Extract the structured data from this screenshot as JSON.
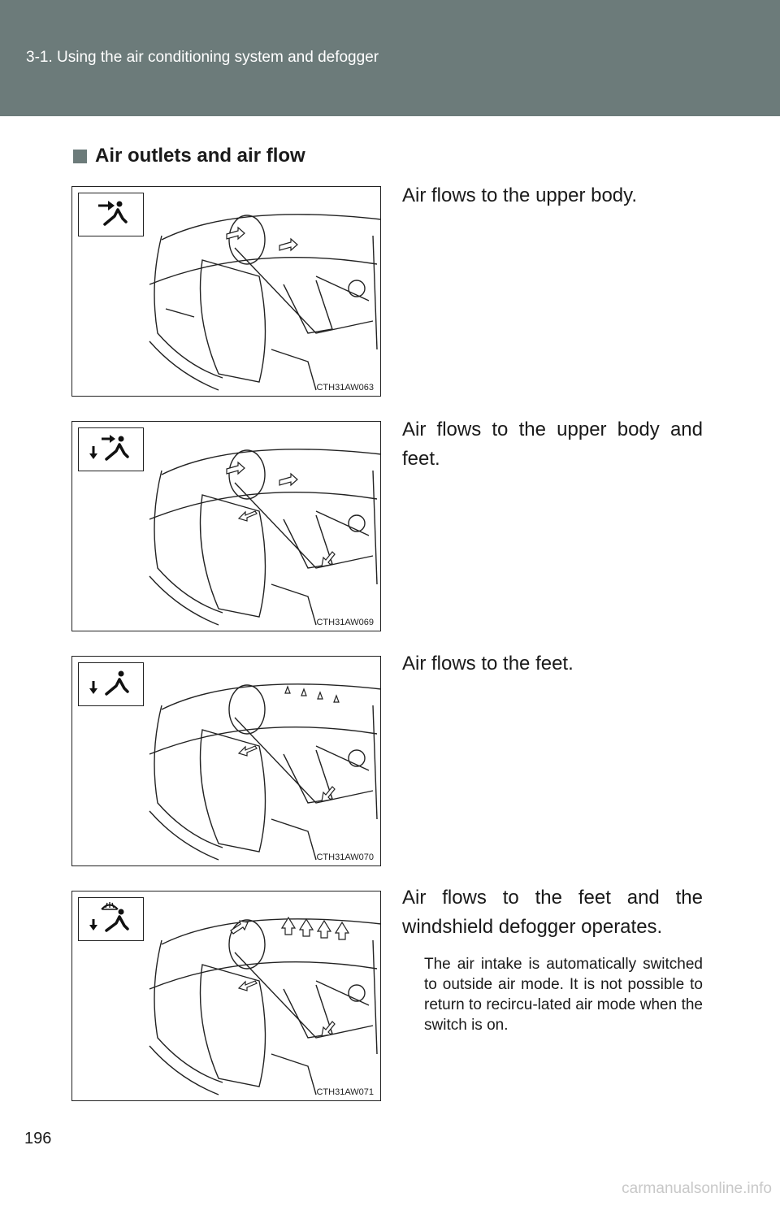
{
  "header": {
    "title": "3-1. Using the air conditioning system and defogger"
  },
  "section": {
    "heading": "Air outlets and air flow"
  },
  "items": [
    {
      "figure_code": "CTH31AW063",
      "icon": "airflow-face-icon",
      "description": "Air flows to the upper body.",
      "note": ""
    },
    {
      "figure_code": "CTH31AW069",
      "icon": "airflow-bilevel-icon",
      "description": "Air flows to the upper body and feet.",
      "note": ""
    },
    {
      "figure_code": "CTH31AW070",
      "icon": "airflow-feet-icon",
      "description": "Air flows to the feet.",
      "note": ""
    },
    {
      "figure_code": "CTH31AW071",
      "icon": "airflow-feet-defrost-icon",
      "description": "Air flows to the feet and the windshield defogger operates.",
      "note": "The air intake is automatically switched to outside air mode. It is not possible to return to recircu-lated air mode when the switch is on."
    }
  ],
  "page": {
    "number": "196"
  },
  "watermark": {
    "text": "carmanualsonline.info"
  }
}
